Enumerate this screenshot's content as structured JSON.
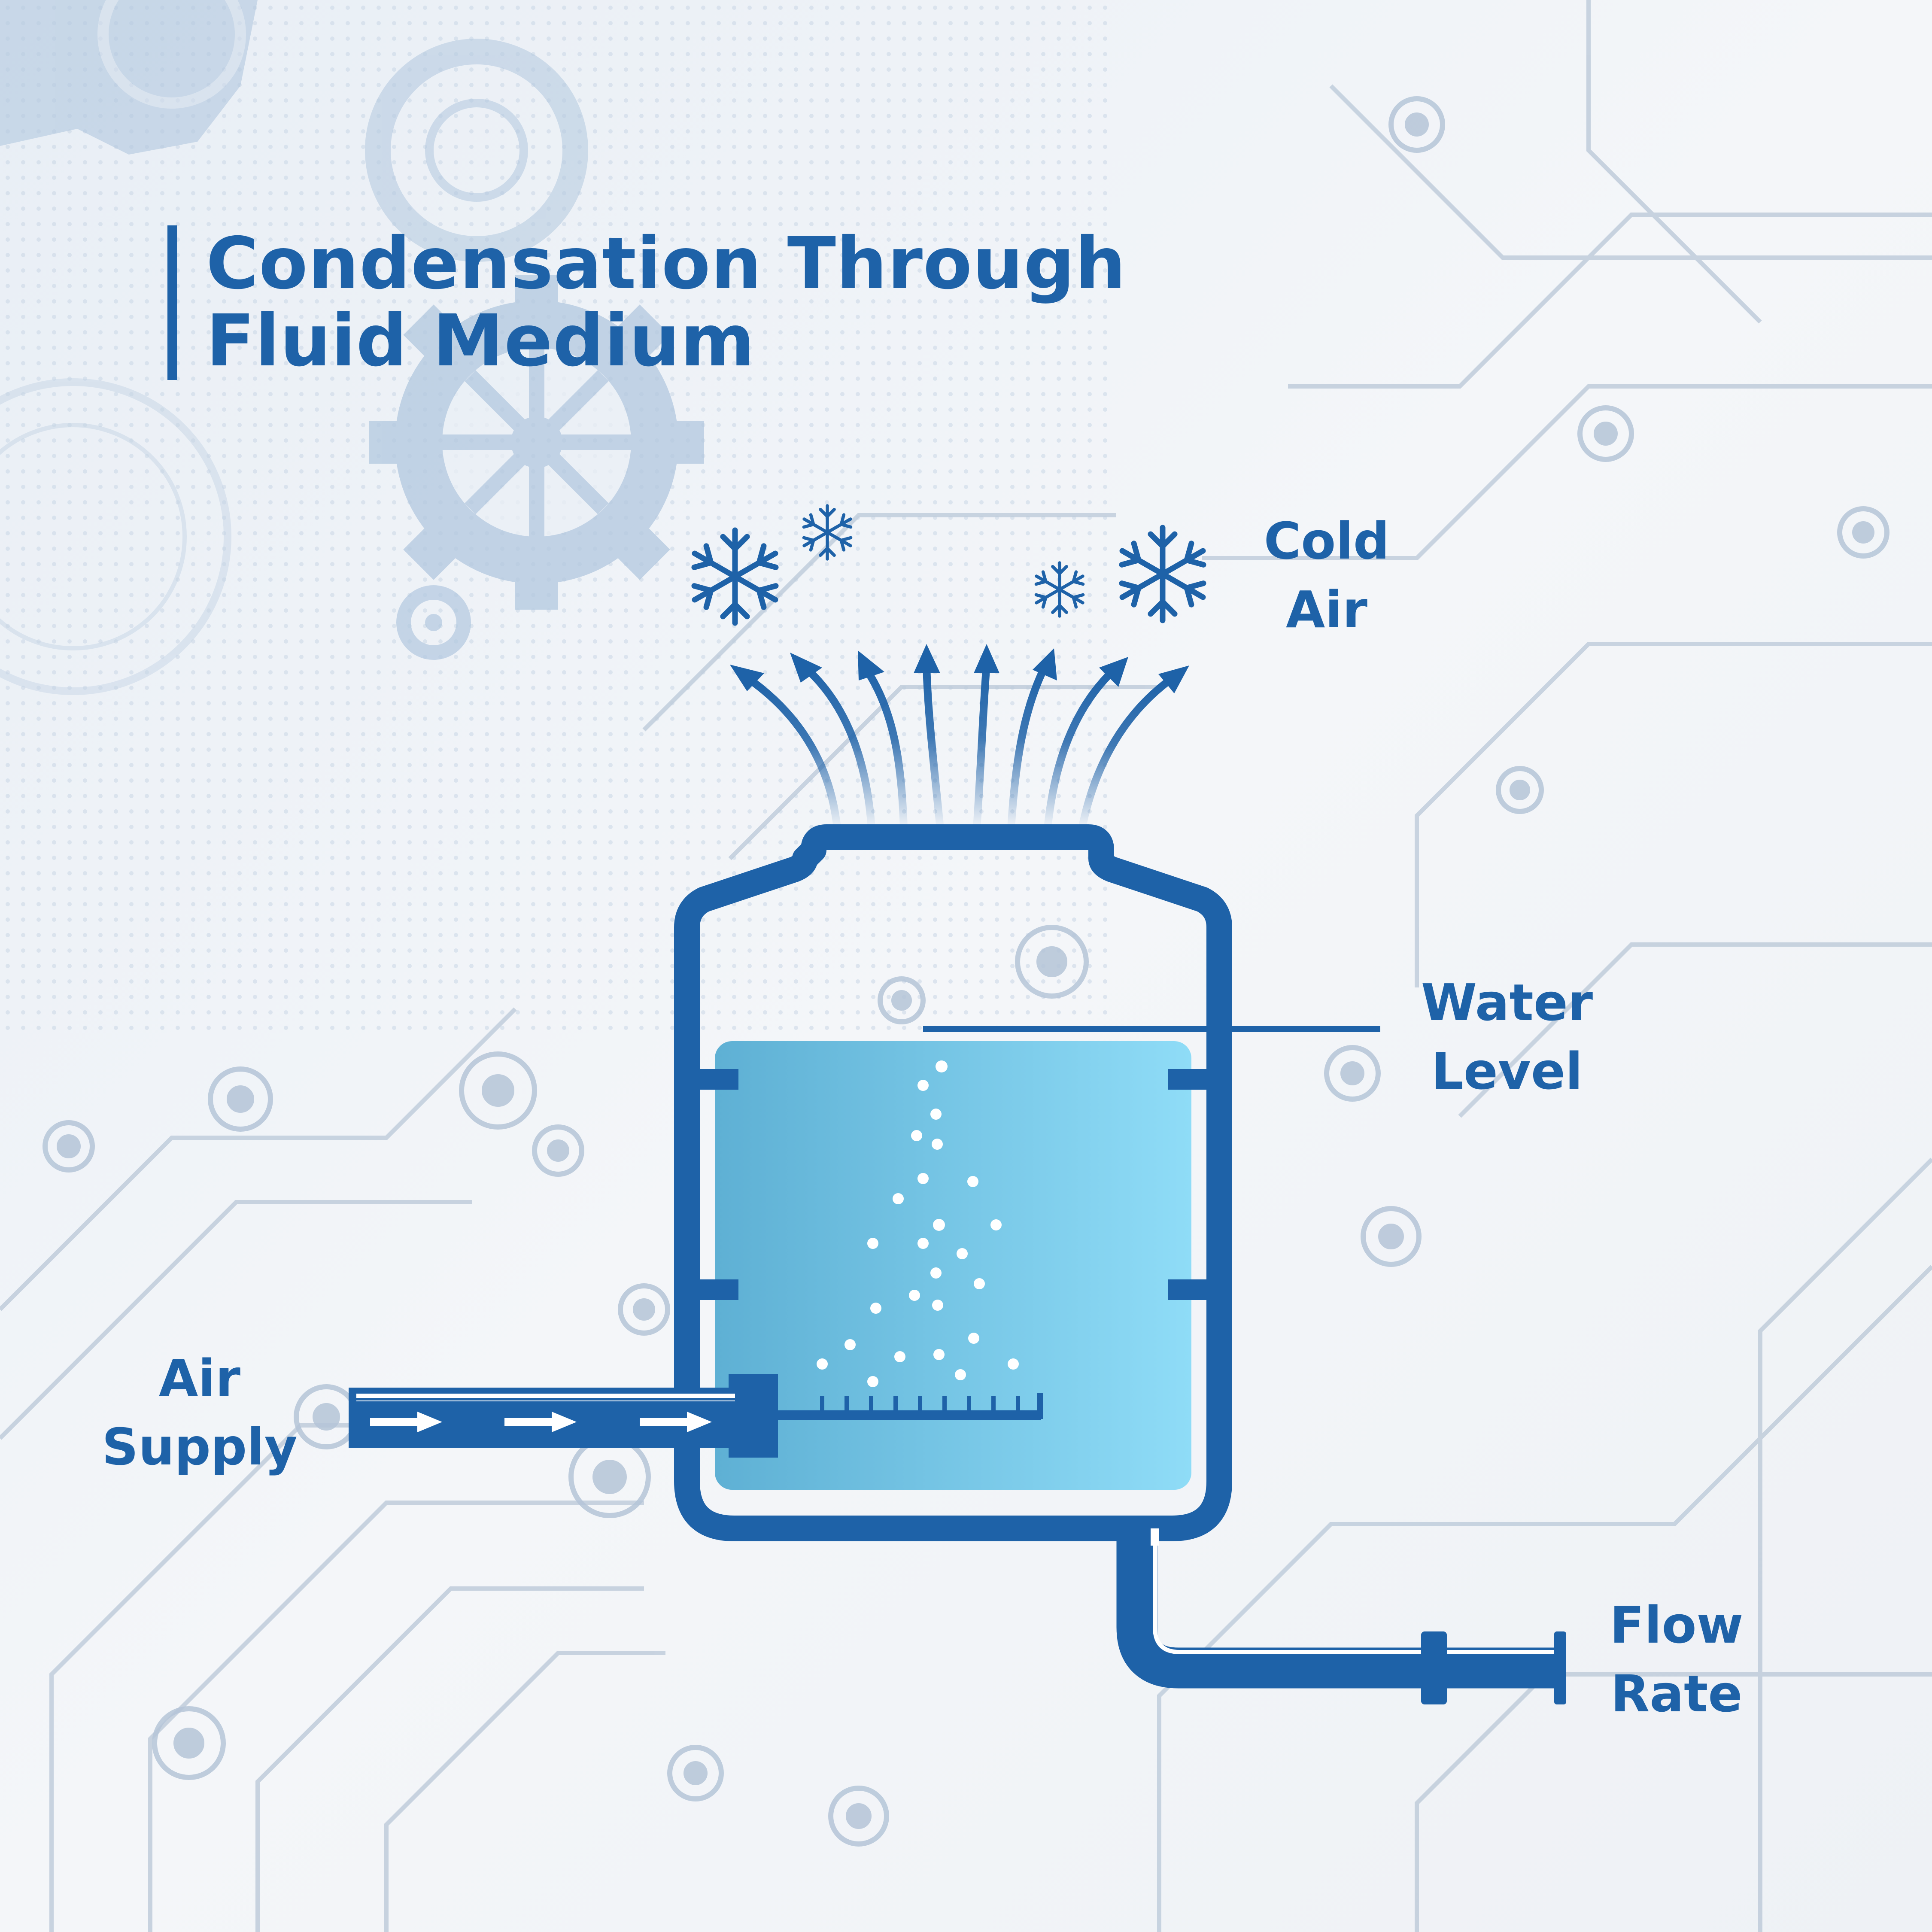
{
  "title": {
    "line1": "Condensation Through",
    "line2": "Fluid Medium"
  },
  "labels": {
    "cold_air": {
      "line1": "Cold",
      "line2": "Air"
    },
    "water_level": {
      "line1": "Water",
      "line2": "Level"
    },
    "air_supply": {
      "line1": "Air",
      "line2": "Supply"
    },
    "flow_rate": {
      "line1": "Flow",
      "line2": "Rate"
    }
  },
  "colors": {
    "primary": "#1e62a8",
    "water_left": "#5eb0d4",
    "water_right": "#8fdcf7",
    "background": "#f2f4f7",
    "circuit": "#b9c8da",
    "gear": "#a9c1db"
  },
  "icons": [
    "snowflake-icon",
    "gear-icon",
    "upward-arrow-icon",
    "flow-arrow-icon"
  ]
}
